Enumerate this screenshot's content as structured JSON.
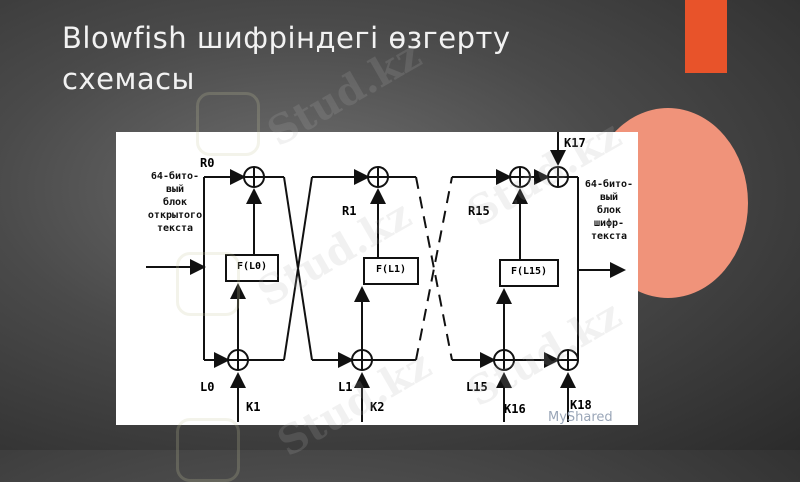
{
  "slide": {
    "title": "Blowfish шифріндегі өзгерту схемасы",
    "accent_color": "#e8532a",
    "circle_color": "#f0937a"
  },
  "diagram": {
    "left_input_label": [
      "64-бито-",
      "вый",
      "блок",
      "открытого",
      "текста"
    ],
    "right_output_label": [
      "64-бито-",
      "вый",
      "блок",
      "шифр-",
      "текста"
    ],
    "register_labels": {
      "R0": "R0",
      "R1": "R1",
      "R15": "R15",
      "L0": "L0",
      "L1": "L1",
      "L15": "L15"
    },
    "function_boxes": [
      "F(L0)",
      "F(L1)",
      "F(L15)"
    ],
    "key_labels": [
      "K1",
      "K2",
      "K16",
      "K18",
      "K17"
    ]
  },
  "footer": {
    "brand": "MyShared"
  },
  "watermark": {
    "text": "Stud.kz"
  }
}
